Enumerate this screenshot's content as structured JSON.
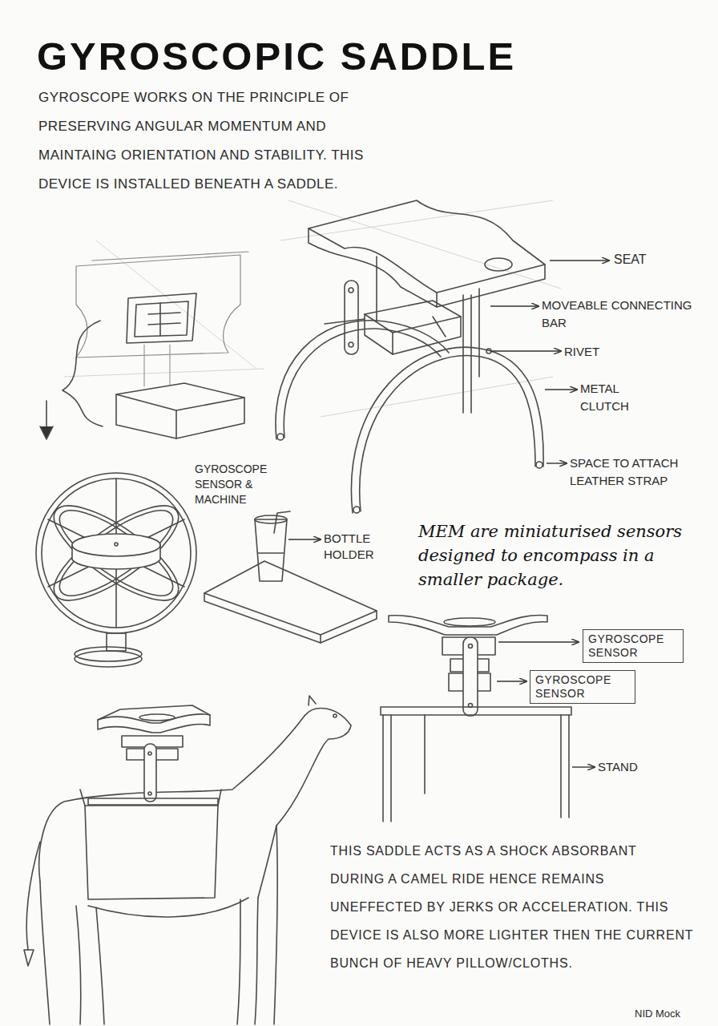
{
  "diagram": {
    "title": "GYROSCOPIC SADDLE",
    "nodes": [
      {
        "text": [
          "GYROSCOPE SENSOR"
        ]
      },
      {
        "text": [
          "GYROSCOPE SENSOR"
        ]
      }
    ],
    "labels": [
      "GYROSCOPE WORKS ON THE PRINCIPLE OF PRESERVING ANGULAR MOMENTUM AND MAINTAING ORIENTATION AND STABILITY. THIS DEVICE IS INSTALLED BENEATH A SADDLE.",
      "SEAT",
      "MOVEABLE CONNECTING BAR",
      "RIVET",
      "METAL CLUTCH",
      "SPACE TO ATTACH LEATHER STRAP",
      "GYROSCOPE SENSOR & MACHINE",
      "BOTTLE HOLDER",
      "MEM are miniaturised sensors designed to encompass in a smaller package.",
      "STAND",
      "THIS SADDLE ACTS AS A SHOCK ABSORBANT DURING A CAMEL RIDE HENCE REMAINS UNEFFECTED BY JERKS OR ACCELERATION. THIS DEVICE IS ALSO MORE LIGHTER THEN THE CURRENT BUNCH OF HEAVY PILLOW/CLOTHS.",
      "NID Mock"
    ]
  }
}
